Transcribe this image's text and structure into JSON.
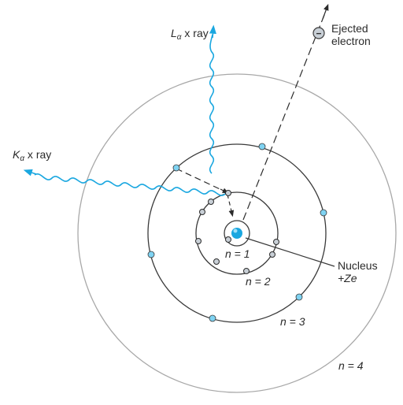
{
  "labels": {
    "la_L": "L",
    "la_sub": "α",
    "la_rest": " x ray",
    "ka_K": "K",
    "ka_sub": "α",
    "ka_rest": " x ray",
    "ejected_line1": "Ejected",
    "ejected_line2": "electron",
    "nucleus_line1": "Nucleus",
    "nucleus_line2": "+Ze",
    "n1": "n = 1",
    "n2": "n = 2",
    "n3": "n = 3",
    "n4": "n = 4"
  },
  "symbols": {
    "electron_sign": "−"
  },
  "colors": {
    "electron_fill": "#7fd3f2",
    "electron_fill_dark": "#c8cfd6",
    "wave": "#1aa7e0",
    "nucleus": "#1aa7e0",
    "orbit_outer": "#a8a8a8",
    "orbit_inner": "#3a3a3a"
  }
}
